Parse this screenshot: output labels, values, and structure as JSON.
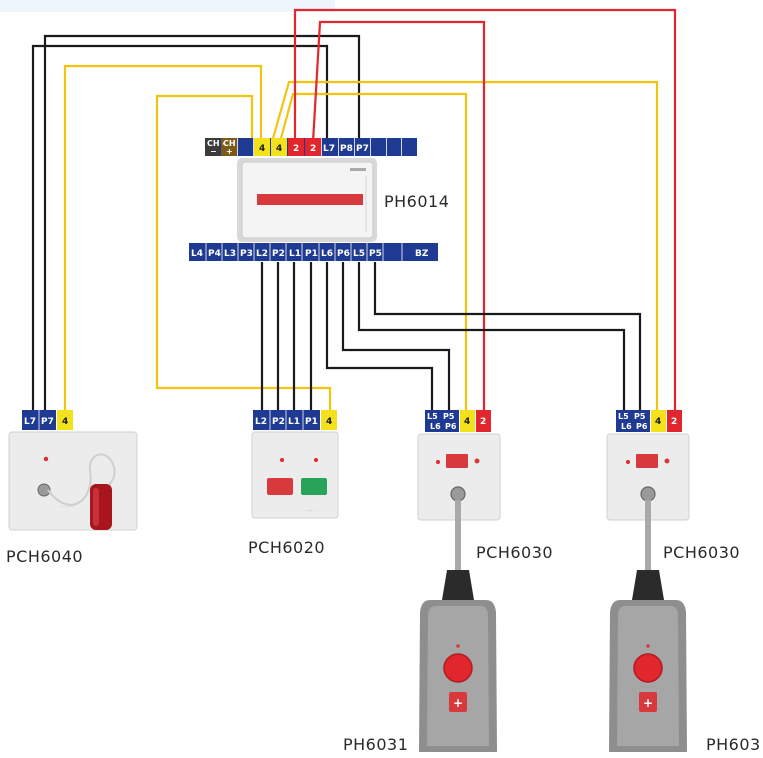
{
  "colors": {
    "terminal_blue": "#1f3a93",
    "terminal_yellow": "#f3e21b",
    "terminal_red": "#e1262d",
    "wire_black": "#1a1a1a",
    "wire_yellow": "#f1c40f",
    "wire_red": "#e1262d",
    "panel_grey": "#ececec",
    "top_band": "#eef5fb"
  },
  "main_unit": {
    "name": "PH6014",
    "top_strip": [
      "CH -",
      "CH +",
      "",
      "4",
      "4",
      "2",
      "2",
      "L7",
      "P8",
      "P7",
      "",
      "",
      ""
    ],
    "bottom_strip": [
      "L4",
      "P4",
      "L3",
      "P3",
      "L2",
      "P2",
      "L1",
      "P1",
      "L6",
      "P6",
      "L5",
      "P5",
      "",
      "BZ"
    ]
  },
  "devices": [
    {
      "id": "pch6040",
      "label": "PCH6040",
      "terminals": [
        "L7",
        "P7",
        "4"
      ]
    },
    {
      "id": "pch6020",
      "label": "PCH6020",
      "terminals": [
        "L2",
        "P2",
        "L1",
        "P1",
        "4"
      ]
    },
    {
      "id": "pch6030a",
      "label": "PCH6030",
      "terminals": [
        "L5 L6",
        "P5 P6",
        "4",
        "2"
      ]
    },
    {
      "id": "pch6030b",
      "label": "PCH6030",
      "terminals": [
        "L5 L6",
        "P5 P6",
        "4",
        "2"
      ]
    }
  ],
  "handsets": [
    {
      "id": "ph6031a",
      "label": "PH6031"
    },
    {
      "id": "ph6031b",
      "label": "PH603"
    }
  ]
}
